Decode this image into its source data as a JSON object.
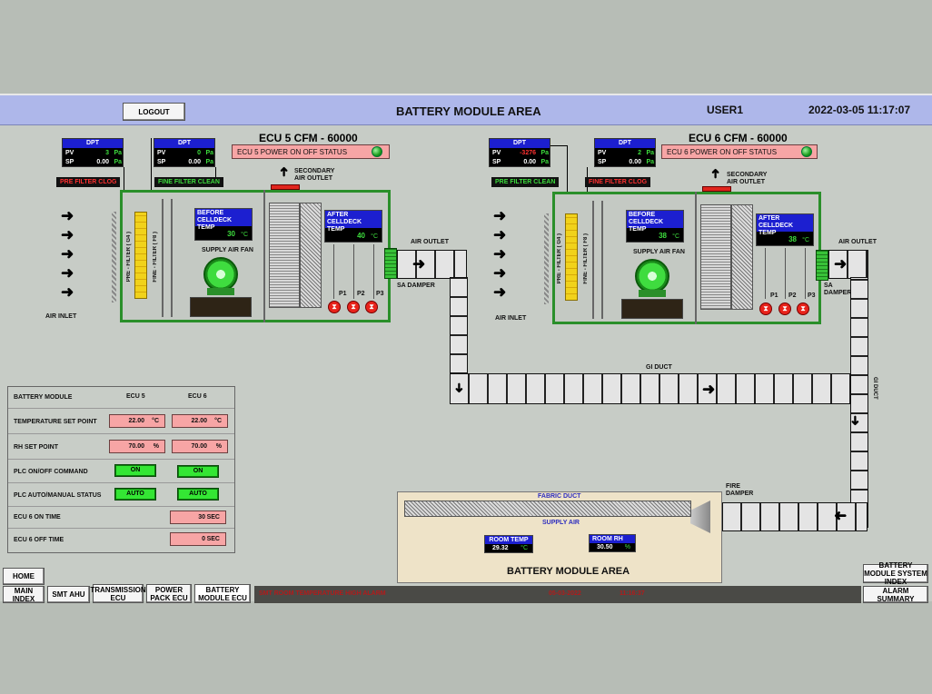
{
  "header": {
    "logout": "LOGOUT",
    "title": "BATTERY MODULE  AREA",
    "user": "USER1",
    "datetime": "2022-03-05 11:17:07"
  },
  "ecu5": {
    "title": "ECU 5 CFM - 60000",
    "status": "ECU 5 POWER ON OFF STATUS",
    "dpt1": {
      "head": "DPT",
      "pv_label": "PV",
      "pv": "3",
      "sp_label": "SP",
      "sp": "0.00",
      "unit": "Pa"
    },
    "dpt2": {
      "head": "DPT",
      "pv_label": "PV",
      "pv": "0",
      "sp_label": "SP",
      "sp": "0.00",
      "unit": "Pa"
    },
    "pre_filter_flag": "PRE FILTER CLOG",
    "fine_filter_flag": "FINE FILTER CLEAN",
    "pre_filter_label": "PRE - FILTER ( G4 )",
    "fine_filter_label": "FINE - FILTER ( F8 )",
    "before_label": "BEFORE CELLDECK TEMP",
    "before_value": "30",
    "after_label": "AFTER CELLDECK TEMP",
    "after_value": "40",
    "temp_unit": "°C",
    "fan_label": "SUPPLY AIR FAN",
    "secondary": "SECONDARY\nAIR OUTLET",
    "air_outlet": "AIR OUTLET",
    "sa_damper": "SA DAMPER",
    "air_inlet": "AIR INLET",
    "pumps": [
      "P1",
      "P2",
      "P3"
    ]
  },
  "ecu6": {
    "title": "ECU 6 CFM - 60000",
    "status": "ECU 6 POWER ON OFF STATUS",
    "dpt1": {
      "head": "DPT",
      "pv_label": "PV",
      "pv": "-3276",
      "sp_label": "SP",
      "sp": "0.00",
      "unit": "Pa"
    },
    "dpt2": {
      "head": "DPT",
      "pv_label": "PV",
      "pv": "2",
      "sp_label": "SP",
      "sp": "0.00",
      "unit": "Pa"
    },
    "pre_filter_flag": "PRE FILTER CLEAN",
    "fine_filter_flag": "FINE FILTER CLOG",
    "pre_filter_label": "PRE - FILTER ( G4 )",
    "fine_filter_label": "FINE - FILTER ( F8 )",
    "before_label": "BEFORE CELLDECK TEMP",
    "before_value": "38",
    "after_label": "AFTER CELLDECK TEMP",
    "after_value": "38",
    "temp_unit": "°C",
    "fan_label": "SUPPLY AIR FAN",
    "secondary": "SECONDARY\nAIR OUTLET",
    "air_outlet": "AIR OUTLET",
    "sa_damper": "SA DAMPER",
    "air_inlet": "AIR INLET",
    "pumps": [
      "P1",
      "P2",
      "P3"
    ]
  },
  "ducts": {
    "gi_duct": "GI DUCT",
    "gi_duct_v": "GI DUCT",
    "fire_damper": "FIRE DAMPER",
    "fabric_duct": "FABRIC DUCT",
    "supply_air": "SUPPLY AIR"
  },
  "room": {
    "title": "BATTERY MODULE AREA",
    "temp_label": "ROOM TEMP",
    "temp_value": "29.32",
    "temp_unit": "°C",
    "rh_label": "ROOM RH",
    "rh_value": "30.50",
    "rh_unit": "%"
  },
  "table": {
    "col0": "BATTERY MODULE",
    "col1": "ECU 5",
    "col2": "ECU 6",
    "rows": [
      {
        "label": "TEMPERATURE SET POINT",
        "v5": "22.00",
        "v6": "22.00",
        "unit": "°C"
      },
      {
        "label": "RH SET POINT",
        "v5": "70.00",
        "v6": "70.00",
        "unit": "%"
      },
      {
        "label": "PLC ON/OFF COMMAND",
        "v5": "ON",
        "v6": "ON"
      },
      {
        "label": "PLC AUTO/MANUAL STATUS",
        "v5": "AUTO",
        "v6": "AUTO"
      },
      {
        "label": "ECU 6 ON TIME",
        "v6": "30",
        "unit": "SEC"
      },
      {
        "label": "ECU 6 OFF TIME",
        "v6": "0",
        "unit": "SEC"
      }
    ]
  },
  "nav": {
    "home": "HOME",
    "main_index": "MAIN INDEX",
    "smt_ahu": "SMT AHU",
    "transmission": "TRANSMISSION ECU",
    "power_pack": "POWER PACK ECU",
    "battery_module": "BATTERY MODULE ECU",
    "battery_index": "BATTERY MODULE SYSTEM INDEX",
    "alarm_summary": "ALARM SUMMARY"
  },
  "alarm_bar": {
    "message": "SMT ROOM TEMPERATURE HIGH ALARM",
    "date": "05-03-2022",
    "time": "11:16:37"
  }
}
